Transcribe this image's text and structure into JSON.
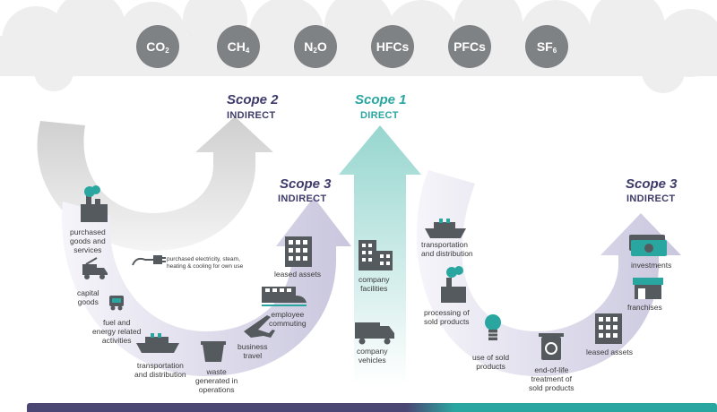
{
  "gases": [
    {
      "base": "CO",
      "sub": "2"
    },
    {
      "base": "CH",
      "sub": "4"
    },
    {
      "base": "N",
      "sub": "2",
      "rest": "O"
    },
    {
      "base": "HFCs",
      "sub": ""
    },
    {
      "base": "PFCs",
      "sub": ""
    },
    {
      "base": "SF",
      "sub": "6"
    }
  ],
  "scope2": {
    "title": "Scope 2",
    "subtitle": "INDIRECT"
  },
  "scope1": {
    "title": "Scope 1",
    "subtitle": "DIRECT"
  },
  "scope3_upstream": {
    "title": "Scope 3",
    "subtitle": "INDIRECT"
  },
  "scope3_downstream": {
    "title": "Scope 3",
    "subtitle": "INDIRECT"
  },
  "scope2_activity": {
    "line1": "purchased electricity, steam,",
    "line2": "heating & cooling for own use"
  },
  "upstream": {
    "purchased_goods": [
      "purchased",
      "goods and",
      "services"
    ],
    "capital_goods": [
      "capital",
      "goods"
    ],
    "fuel_energy": [
      "fuel and",
      "energy related",
      "activities"
    ],
    "transportation": [
      "transportation",
      "and distribution"
    ],
    "waste": [
      "waste",
      "generated in",
      "operations"
    ],
    "business_travel": [
      "business",
      "travel"
    ],
    "employee_commuting": [
      "employee",
      "commuting"
    ],
    "leased_assets": "leased assets"
  },
  "direct": {
    "company_facilities": [
      "company",
      "facilities"
    ],
    "company_vehicles": [
      "company",
      "vehicles"
    ]
  },
  "downstream": {
    "transportation": [
      "transportation",
      "and distribution"
    ],
    "processing": [
      "processing of",
      "sold products"
    ],
    "use_of_sold": [
      "use of sold",
      "products"
    ],
    "end_of_life": [
      "end-of-life",
      "treatment of",
      "sold products"
    ],
    "leased_assets": "leased assets",
    "franchises": "franchises",
    "investments": "investments"
  },
  "colors": {
    "navy": "#3e3b6b",
    "teal": "#2aa6a0",
    "gray_arrow": "#d4d4d4",
    "icon_gray": "#555a5e",
    "gas_gray": "#7f8285",
    "cloud": "#eeeeee",
    "bar_navy": "#4a4775"
  },
  "icons": [
    "factory-icon",
    "truck-icon",
    "fuel-cart-icon",
    "ship-icon",
    "dumpster-icon",
    "airplane-icon",
    "train-icon",
    "building-icon",
    "plug-icon",
    "bulb-icon",
    "recycle-bin-icon",
    "shop-icon",
    "money-icon"
  ]
}
